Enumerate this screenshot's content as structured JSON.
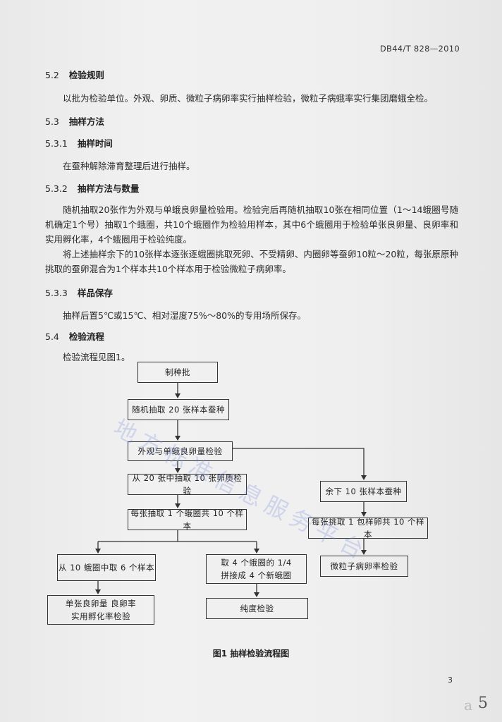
{
  "header": {
    "code": "DB44/T 828—2010"
  },
  "sections": {
    "s52": {
      "num": "5.2",
      "title": "检验规则",
      "text": "以批为检验单位。外观、卵质、微粒子病卵率实行抽样检验，微粒子病蛾率实行集团磨蛾全检。"
    },
    "s53": {
      "num": "5.3",
      "title": "抽样方法"
    },
    "s531": {
      "num": "5.3.1",
      "title": "抽样时间",
      "text": "在蚕种解除滞育整理后进行抽样。"
    },
    "s532": {
      "num": "5.3.2",
      "title": "抽样方法与数量",
      "p1": "随机抽取20张作为外观与单蛾良卵量检验用。检验完后再随机抽取10张在相同位置（1～14蛾圈号随机确定1个号）抽取1个蛾圈，共10个蛾圈作为检验用样本，其中6个蛾圈用于检验单张良卵量、良卵率和实用孵化率，4个蛾圈用于检验纯度。",
      "p2": "将上述抽样余下的10张样本逐张逐蛾圈挑取死卵、不受精卵、内圈卵等蚕卵10粒～20粒，每张原原种挑取的蚕卵混合为1个样本共10个样本用于检验微粒子病卵率。"
    },
    "s533": {
      "num": "5.3.3",
      "title": "样品保存",
      "text": "抽样后置5℃或15℃、相对湿度75%～80%的专用场所保存。"
    },
    "s54": {
      "num": "5.4",
      "title": "检验流程",
      "text": "检验流程见图1。"
    }
  },
  "flowchart": {
    "b1": "制种批",
    "b2": "随机抽取 20 张样本蚕种",
    "b3": "外观与单蛾良卵量检验",
    "b4": "从 20 张中抽取 10 张卵质检验",
    "b5": "每张抽取 1 个蛾圈共 10 个样本",
    "b6": "从 10 蛾圈中取 6 个样本",
    "b7_l1": "取 4 个蛾圈的 1/4",
    "b7_l2": "拼接成 4 个新蛾圈",
    "b8_l1": "单张良卵量 良卵率",
    "b8_l2": "实用孵化率检验",
    "b9": "纯度检验",
    "b10": "余下 10 张样本蚕种",
    "b11": "每张挑取 1 包样卵共 10 个样本",
    "b12": "微粒子病卵率检验"
  },
  "caption": "图1  抽样检验流程图",
  "page_number": "3",
  "corner": {
    "faint": "a",
    "number": "5"
  },
  "watermark": "地方标准信息服务平台"
}
